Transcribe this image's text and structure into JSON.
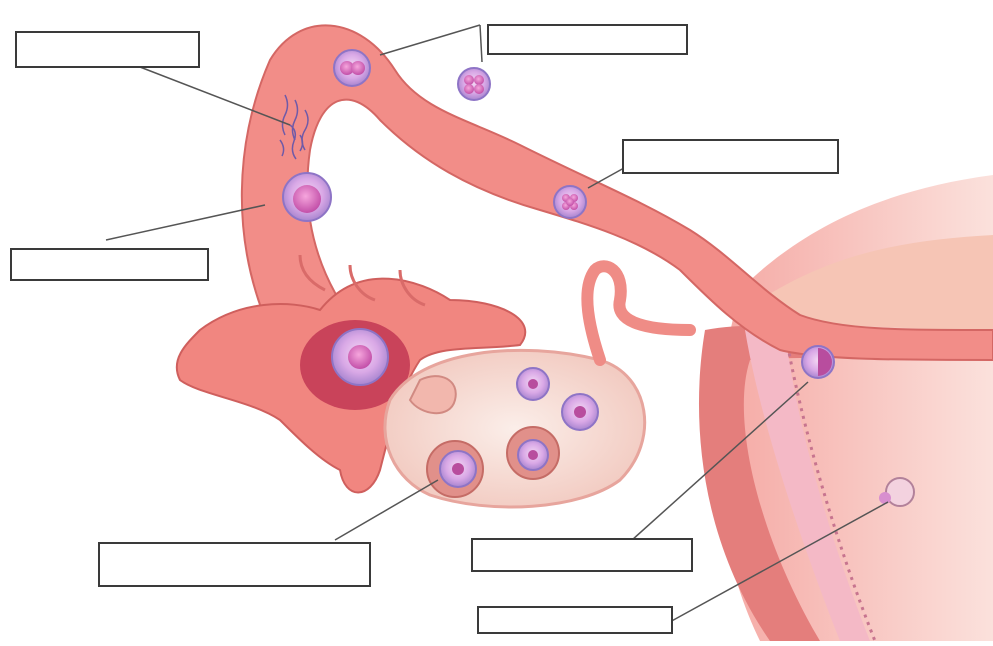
{
  "diagram": {
    "labels": [
      {
        "id": "sperm-fertilization",
        "text": ""
      },
      {
        "id": "zygote-cleavage",
        "text": ""
      },
      {
        "id": "morula",
        "text": ""
      },
      {
        "id": "fertilized-egg",
        "text": ""
      },
      {
        "id": "follicle-ovary",
        "text": ""
      },
      {
        "id": "blastocyst",
        "text": ""
      },
      {
        "id": "implantation",
        "text": ""
      }
    ]
  },
  "colors": {
    "tube": "#f08a86",
    "tube_dark": "#d9605f",
    "uterus_wall": "#f5a39e",
    "endometrium": "#f7c6b6",
    "ovary": "#f6ddd6",
    "cell_outer": "#d9b8ec",
    "cell_inner": "#c95fb8",
    "leader_line": "#555555"
  }
}
